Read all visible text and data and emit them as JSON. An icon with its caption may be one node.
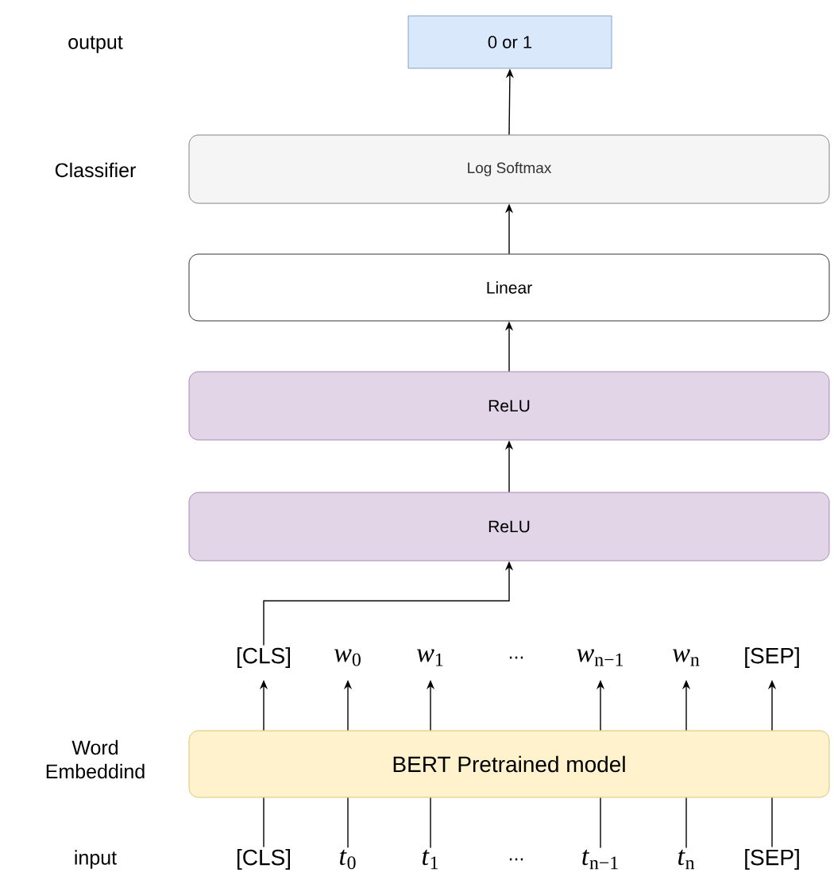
{
  "diagram": {
    "nodes": [
      {
        "text": [
          "0 or 1"
        ]
      },
      {
        "text": [
          "Log Softmax"
        ]
      },
      {
        "text": [
          "Linear"
        ]
      },
      {
        "text": [
          "ReLU"
        ]
      },
      {
        "text": [
          "ReLU"
        ]
      },
      {
        "text": [
          "BERT Pretrained model"
        ]
      },
      {
        "text": [
          "[CLS]"
        ]
      },
      {
        "text": [
          "*w*$_{0}$"
        ]
      },
      {
        "text": [
          "*w*$_{1}$"
        ]
      },
      {
        "text": [
          "*w*$_{n−1}$"
        ]
      },
      {
        "text": [
          "*w*$_{n}$"
        ]
      },
      {
        "text": [
          "[SEP]"
        ]
      },
      {
        "text": [
          "[CLS]"
        ]
      },
      {
        "text": [
          "*t*$_{0}$"
        ]
      },
      {
        "text": [
          "*t*$_{1}$"
        ]
      },
      {
        "text": [
          "*t*$_{n−1}$"
        ]
      },
      {
        "text": [
          "*t*$_{n}$"
        ]
      },
      {
        "text": [
          "[SEP]"
        ]
      }
    ],
    "edges": [
      {
        "from": 1,
        "to": 0,
        "arrow": "to"
      },
      {
        "from": 2,
        "to": 1,
        "arrow": "to"
      },
      {
        "from": 3,
        "to": 2,
        "arrow": "to"
      },
      {
        "from": 4,
        "to": 3,
        "arrow": "to"
      },
      {
        "from": 6,
        "to": 4,
        "arrow": "to"
      },
      {
        "from": 5,
        "to": 6,
        "arrow": "to"
      },
      {
        "from": 5,
        "to": 7,
        "arrow": "to"
      },
      {
        "from": 5,
        "to": 8,
        "arrow": "to"
      },
      {
        "from": 5,
        "to": 9,
        "arrow": "to"
      },
      {
        "from": 5,
        "to": 10,
        "arrow": "to"
      },
      {
        "from": 5,
        "to": 11,
        "arrow": "to"
      },
      {
        "from": 12,
        "to": 5,
        "arrow": "none"
      },
      {
        "from": 13,
        "to": 5,
        "arrow": "none"
      },
      {
        "from": 14,
        "to": 5,
        "arrow": "none"
      },
      {
        "from": 15,
        "to": 5,
        "arrow": "none"
      },
      {
        "from": 16,
        "to": 5,
        "arrow": "none"
      },
      {
        "from": 17,
        "to": 5,
        "arrow": "none"
      }
    ],
    "labels": [
      "output",
      "Classifier",
      "...",
      "Word Embeddind",
      "...",
      "input"
    ]
  }
}
